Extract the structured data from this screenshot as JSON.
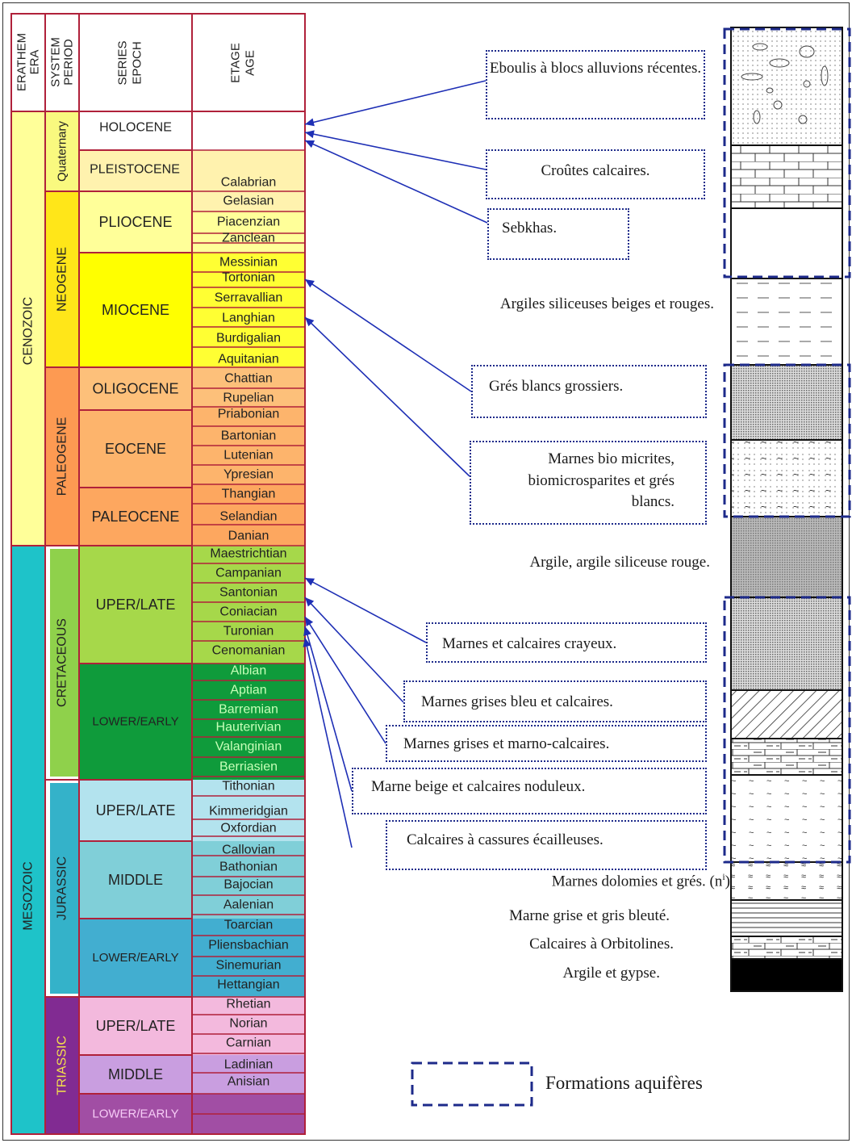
{
  "headers": {
    "erathem": "ERATHEM",
    "era": "ERA",
    "system": "SYSTEM",
    "period": "PERIOD",
    "series": "SERIES",
    "epoch": "EPOCH",
    "etage": "ETAGE",
    "age": "AGE"
  },
  "eras": [
    "CENOZOIC",
    "MESOZOIC"
  ],
  "periods": [
    "Quaternary",
    "NEOGENE",
    "PALEOGENE",
    "CRETACEOUS",
    "JURASSIC",
    "TRIASSIC"
  ],
  "epochs": [
    "HOLOCENE",
    "PLEISTOCENE",
    "PLIOCENE",
    "MIOCENE",
    "OLIGOCENE",
    "EOCENE",
    "PALEOCENE",
    "UPER/LATE",
    "LOWER/EARLY",
    "UPER/LATE",
    "MIDDLE",
    "LOWER/EARLY",
    "UPER/LATE",
    "MIDDLE",
    "LOWER/EARLY"
  ],
  "ages": [
    "",
    "Calabrian",
    "Gelasian",
    "Piacenzian",
    "Zanclean",
    "Messinian",
    "Tortonian",
    "Serravallian",
    "Langhian",
    "Burdigalian",
    "Aquitanian",
    "Chattian",
    "Rupelian",
    "Priabonian",
    "Bartonian",
    "Lutenian",
    "Ypresian",
    "Thangian",
    "Selandian",
    "Danian",
    "Maestrichtian",
    "Campanian",
    "Santonian",
    "Coniacian",
    "Turonian",
    "Cenomanian",
    "Albian",
    "Aptian",
    "Barremian",
    "Hauterivian",
    "Valanginian",
    "Berriasien",
    "Tithonian",
    "Kimmeridgian",
    "Oxfordian",
    "Callovian",
    "Bathonian",
    "Bajocian",
    "Aalenian",
    "Toarcian",
    "Pliensbachian",
    "Sinemurian",
    "Hettangian",
    "Rhetian",
    "Norian",
    "Carnian",
    "Ladinian",
    "Anisian",
    "",
    ""
  ],
  "formations": {
    "eboulis": "Eboulis à blocs alluvions récentes.",
    "croutes": "Croûtes calcaires.",
    "sebkhas": "Sebkhas.",
    "argiles_siliceuses": "Argiles siliceuses beiges et rouges.",
    "gres_blancs": "Grés blancs grossiers.",
    "marnes_bio": "Marnes bio micrites, biomicrosparites et grés blancs.",
    "argile_rouge": "Argile, argile siliceuse rouge.",
    "marnes_crayeux": "Marnes et calcaires crayeux.",
    "marnes_grises_bleu": "Marnes grises bleu et calcaires.",
    "marnes_marno": "Marnes grises et marno-calcaires.",
    "marne_beige": "Marne beige et calcaires noduleux.",
    "calcaires_cassures": "Calcaires à cassures écailleuses.",
    "marnes_dolomies": "Marnes dolomies et grés. (n",
    "marnes_dolomies_sup": "i",
    "marnes_dolomies_end": ")",
    "marne_grise": "Marne grise et gris bleuté.",
    "orbitolines": "Calcaires à Orbitolines.",
    "argile_gypse": "Argile et gypse."
  },
  "legend": {
    "label": "Formations aquifères"
  },
  "colors": {
    "link": "#1e2fb5",
    "aquifer": "#1d2a8a",
    "border": "#b0213a"
  }
}
